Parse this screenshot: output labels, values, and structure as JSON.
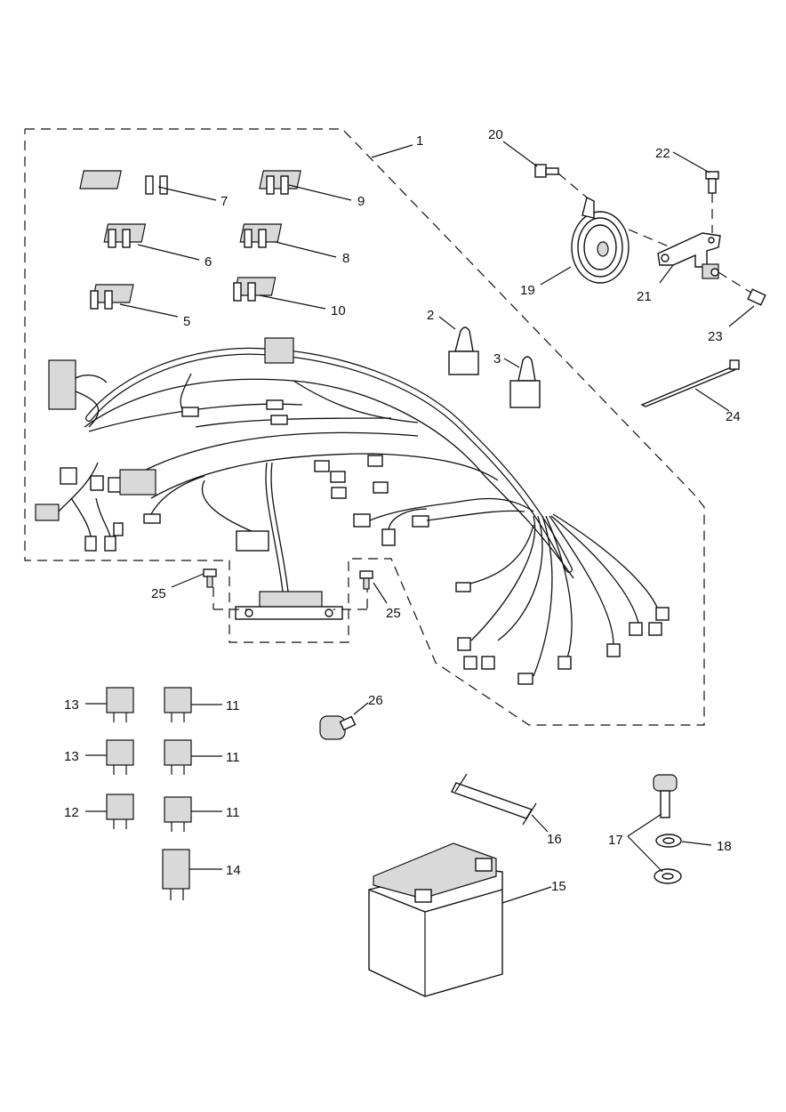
{
  "callouts": [
    {
      "id": "c1",
      "text": "1"
    },
    {
      "id": "c2",
      "text": "2"
    },
    {
      "id": "c3",
      "text": "3"
    },
    {
      "id": "c5",
      "text": "5"
    },
    {
      "id": "c6",
      "text": "6"
    },
    {
      "id": "c7",
      "text": "7"
    },
    {
      "id": "c8",
      "text": "8"
    },
    {
      "id": "c9",
      "text": "9"
    },
    {
      "id": "c10",
      "text": "10"
    },
    {
      "id": "c11a",
      "text": "11"
    },
    {
      "id": "c11b",
      "text": "11"
    },
    {
      "id": "c11c",
      "text": "11"
    },
    {
      "id": "c12",
      "text": "12"
    },
    {
      "id": "c13a",
      "text": "13"
    },
    {
      "id": "c13b",
      "text": "13"
    },
    {
      "id": "c14",
      "text": "14"
    },
    {
      "id": "c15",
      "text": "15"
    },
    {
      "id": "c16",
      "text": "16"
    },
    {
      "id": "c17",
      "text": "17"
    },
    {
      "id": "c18",
      "text": "18"
    },
    {
      "id": "c19",
      "text": "19"
    },
    {
      "id": "c20",
      "text": "20"
    },
    {
      "id": "c21",
      "text": "21"
    },
    {
      "id": "c22",
      "text": "22"
    },
    {
      "id": "c23",
      "text": "23"
    },
    {
      "id": "c24",
      "text": "24"
    },
    {
      "id": "c25a",
      "text": "25"
    },
    {
      "id": "c25b",
      "text": "25"
    },
    {
      "id": "c26",
      "text": "26"
    }
  ]
}
